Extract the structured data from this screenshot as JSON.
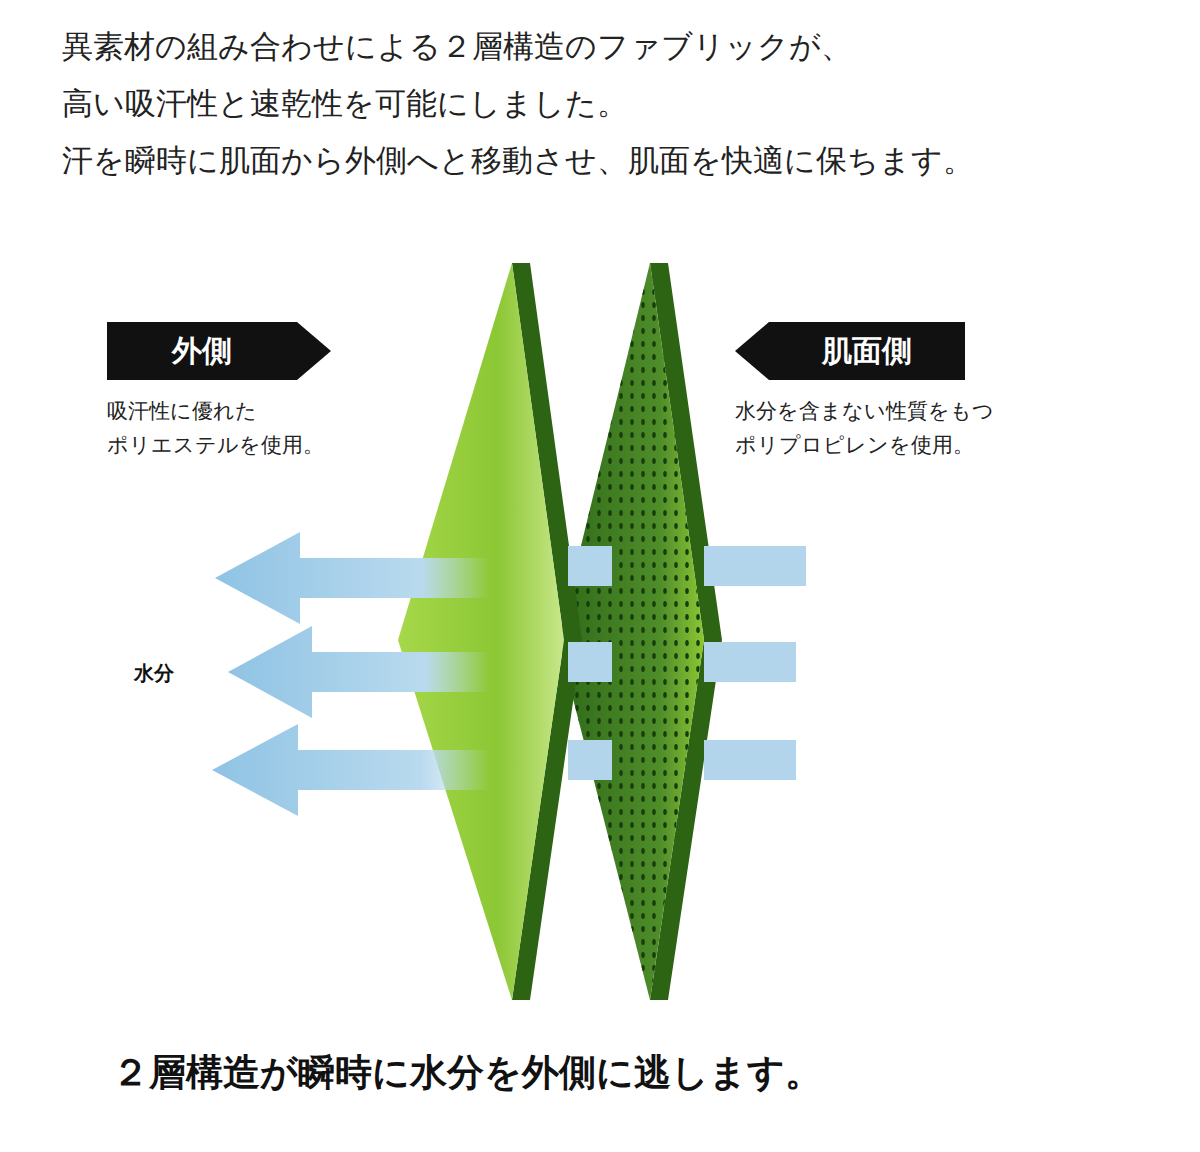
{
  "diagram": {
    "title": "異素材の組み合わせによる２層構造のファブリックが、 高い吸汗性と速乾性を可能にしました。 汗を瞬時に肌面から外側へと移動させ、肌面を快適に保ちます。",
    "caption": "２層構造が瞬時に水分を外側に逃します。",
    "nodes": [
      {
        "text": [
          "外側",
          "吸汗性に優れた ポリエステルを使用。"
        ]
      },
      {
        "text": [
          "肌面側",
          "水分を含まない性質をもつ ポリプロピレンを使用。"
        ]
      }
    ],
    "labels": [
      "水分"
    ]
  }
}
